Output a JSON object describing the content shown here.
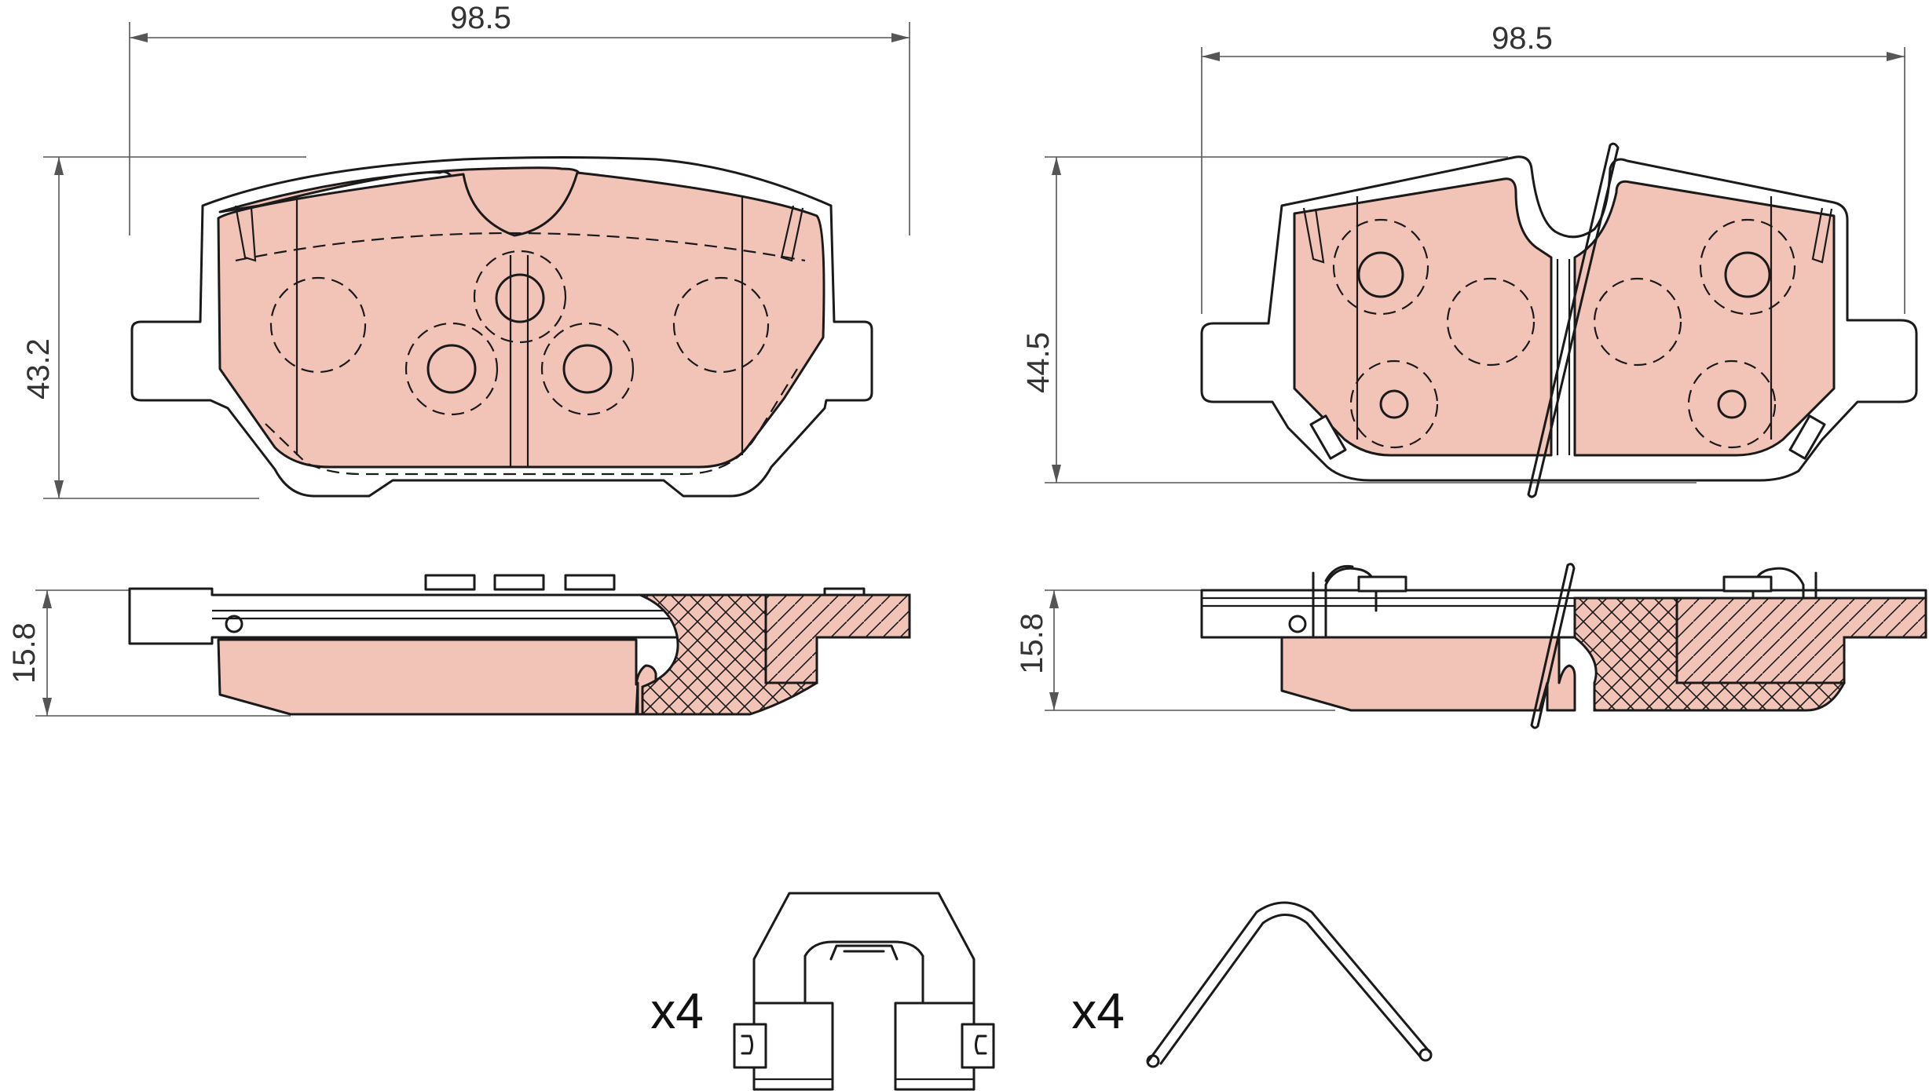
{
  "dimensions": {
    "pad1_width": "98.5",
    "pad1_height": "43.2",
    "pad1_thickness": "15.8",
    "pad2_width": "98.5",
    "pad2_height": "44.5",
    "pad2_thickness": "15.8"
  },
  "accessories": {
    "clip_quantity": "x4",
    "spring_quantity": "x4"
  },
  "colors": {
    "friction_material": "#f2c4b8",
    "outline": "#1a1a1a",
    "dimension_line": "#555555"
  }
}
